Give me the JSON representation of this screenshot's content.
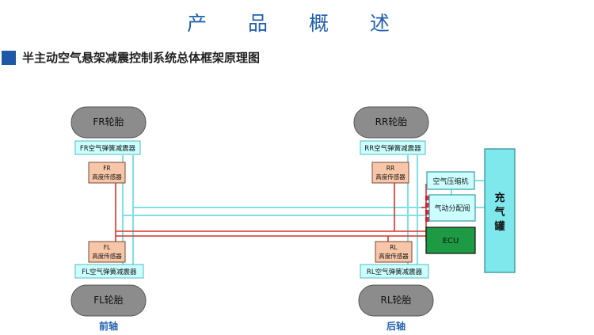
{
  "page_title": "产 品 概 述",
  "section_title": "半主动空气悬架减震控制系统总体框架原理图",
  "tires": {
    "fr": "FR轮胎",
    "rr": "RR轮胎",
    "fl": "FL轮胎",
    "rl": "RL轮胎"
  },
  "shocks": {
    "fr": "FR空气弹簧减震器",
    "rr": "RR空气弹簧减震器",
    "fl": "FL空气弹簧减震器",
    "rl": "RL空气弹簧减震器"
  },
  "height_sensors": {
    "fr": [
      "FR",
      "高度传感器"
    ],
    "rr": [
      "RR",
      "高度传感器"
    ],
    "fl": [
      "FL",
      "高度传感器"
    ],
    "rl": [
      "RL",
      "高度传感器"
    ]
  },
  "components": {
    "compressor": "空气压缩机",
    "valve": "气动分配阀",
    "ecu": "ECU",
    "tank": [
      "充",
      "气",
      "罐"
    ]
  },
  "axles": {
    "front": "前轴",
    "rear": "后轴"
  },
  "colors": {
    "title": "#1f5fb0",
    "tire": "#8c8c8c",
    "air_box": "#ccffff",
    "air_line": "#7fe0e6",
    "sensor": "#f7c6a8",
    "signal_line": "#d9342b",
    "ecu": "#1e9a44",
    "tank": "#7ee8ec"
  }
}
